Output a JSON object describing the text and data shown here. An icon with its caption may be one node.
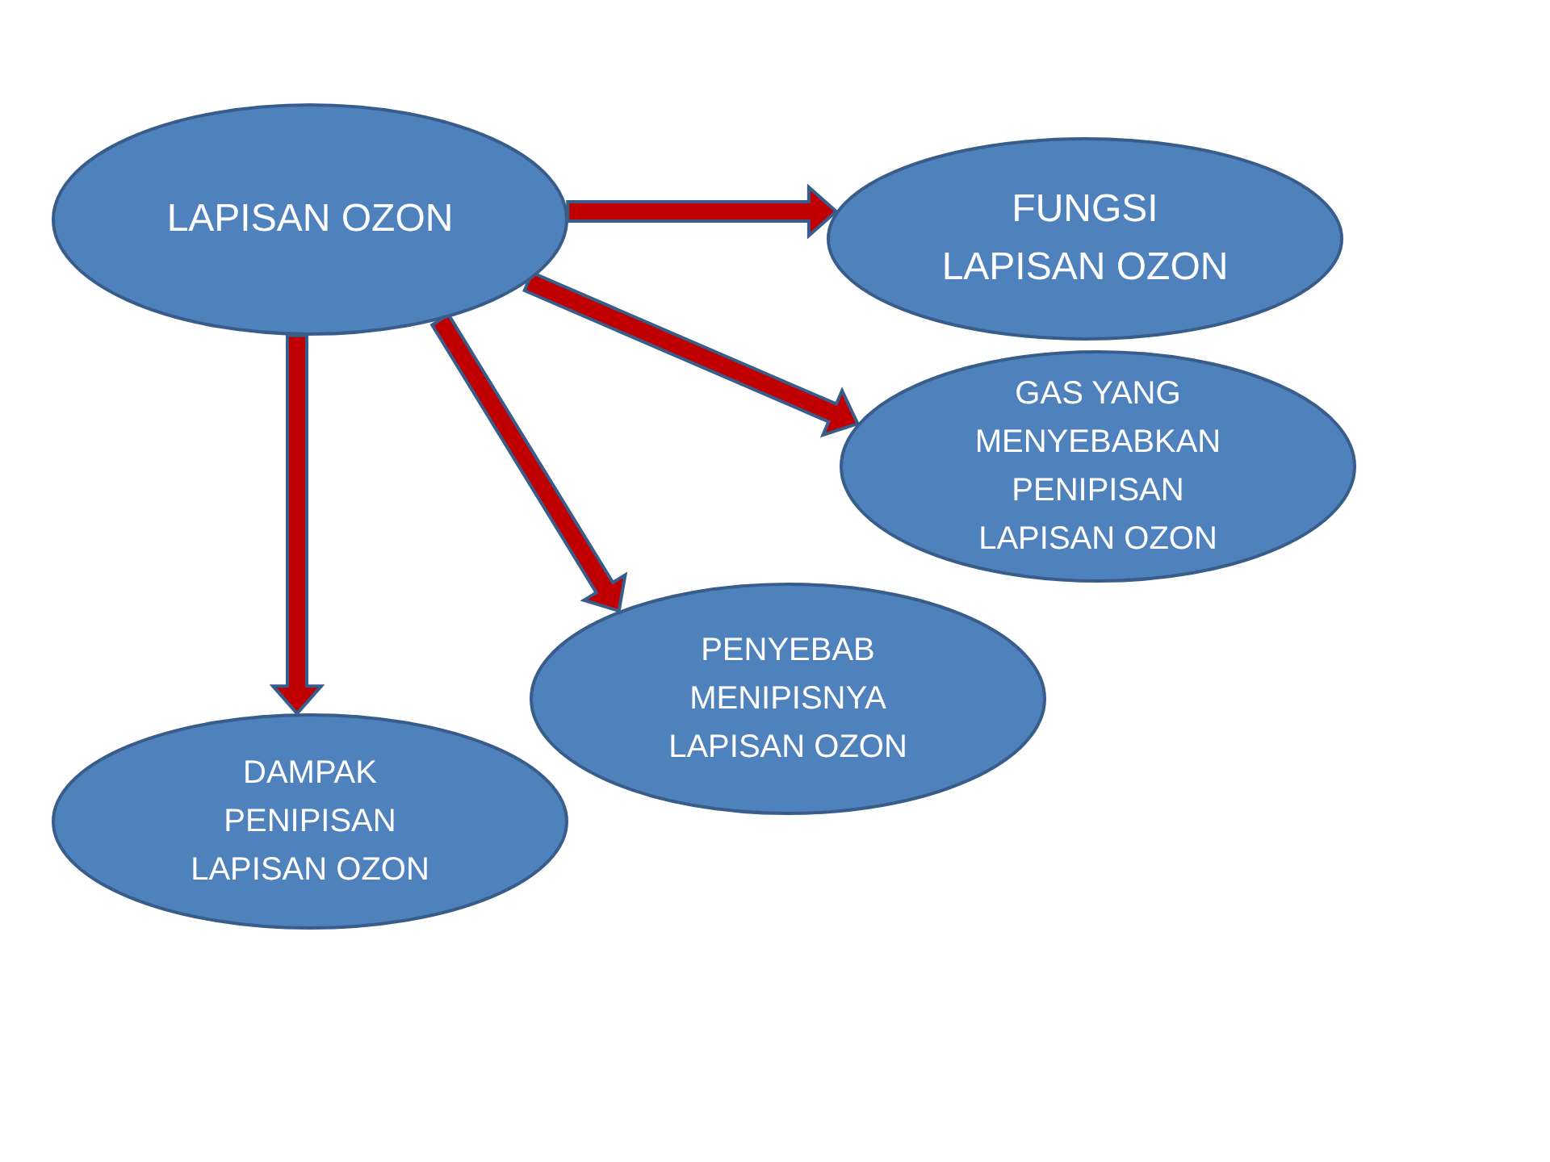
{
  "diagram": {
    "nodes": [
      {
        "text": [
          "LAPISAN OZON"
        ]
      },
      {
        "text": [
          "FUNGSI LAPISAN OZON"
        ]
      },
      {
        "text": [
          "GAS YANG MENYEBABKAN PENIPISAN LAPISAN OZON"
        ]
      },
      {
        "text": [
          "PENYEBAB MENIPISNYA LAPISAN OZON"
        ]
      },
      {
        "text": [
          "DAMPAK PENIPISAN LAPISAN OZON"
        ]
      }
    ],
    "edges": [
      {
        "from": 0,
        "to": 1,
        "arrow": "to"
      },
      {
        "from": 0,
        "to": 2,
        "arrow": "to"
      },
      {
        "from": 0,
        "to": 3,
        "arrow": "to"
      },
      {
        "from": 0,
        "to": 4,
        "arrow": "to"
      }
    ]
  }
}
